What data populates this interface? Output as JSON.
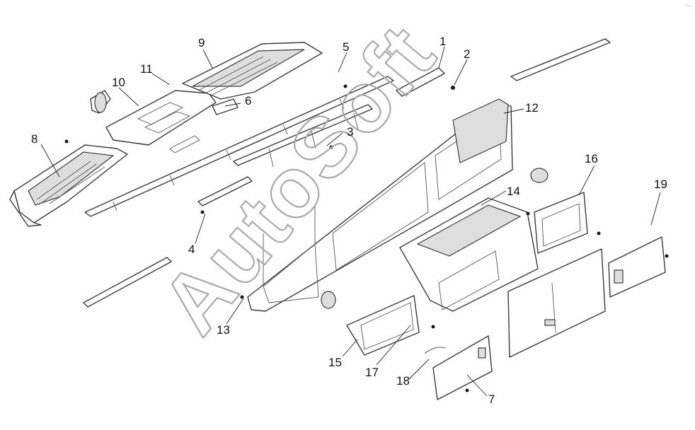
{
  "watermark": "AutoSoft",
  "corner_mark": "°—",
  "callouts": [
    "1",
    "2",
    "3",
    "4",
    "5",
    "6",
    "7",
    "8",
    "9",
    "10",
    "11",
    "12",
    "13",
    "14",
    "15",
    "16",
    "17",
    "18",
    "19"
  ]
}
